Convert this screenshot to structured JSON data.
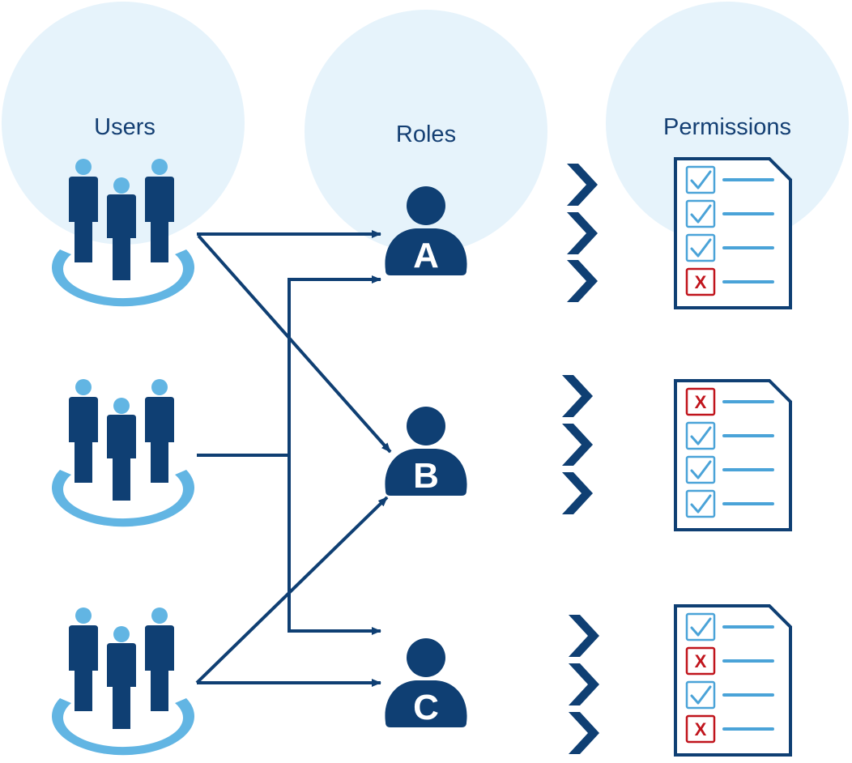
{
  "labels": {
    "users": "Users",
    "roles": "Roles",
    "permissions": "Permissions"
  },
  "roles": [
    {
      "letter": "A"
    },
    {
      "letter": "B"
    },
    {
      "letter": "C"
    }
  ],
  "user_groups": [
    {
      "group": 1,
      "assigned_roles": [
        "A",
        "B"
      ]
    },
    {
      "group": 2,
      "assigned_roles": [
        "A",
        "C"
      ]
    },
    {
      "group": 3,
      "assigned_roles": [
        "B",
        "C"
      ]
    }
  ],
  "permission_lists": [
    {
      "role": "A",
      "items": [
        "granted",
        "granted",
        "granted",
        "denied"
      ]
    },
    {
      "role": "B",
      "items": [
        "denied",
        "granted",
        "granted",
        "granted"
      ]
    },
    {
      "role": "C",
      "items": [
        "granted",
        "denied",
        "granted",
        "denied"
      ]
    }
  ],
  "symbols": {
    "denied_mark": "X",
    "granted_icon": "checkmark-icon"
  },
  "colors": {
    "dark_blue": "#0f3f73",
    "light_blue": "#62b5e3",
    "pale_circle": "#e6f3fb",
    "denied_red": "#c0141c",
    "check_blue": "#4aa3d8"
  }
}
